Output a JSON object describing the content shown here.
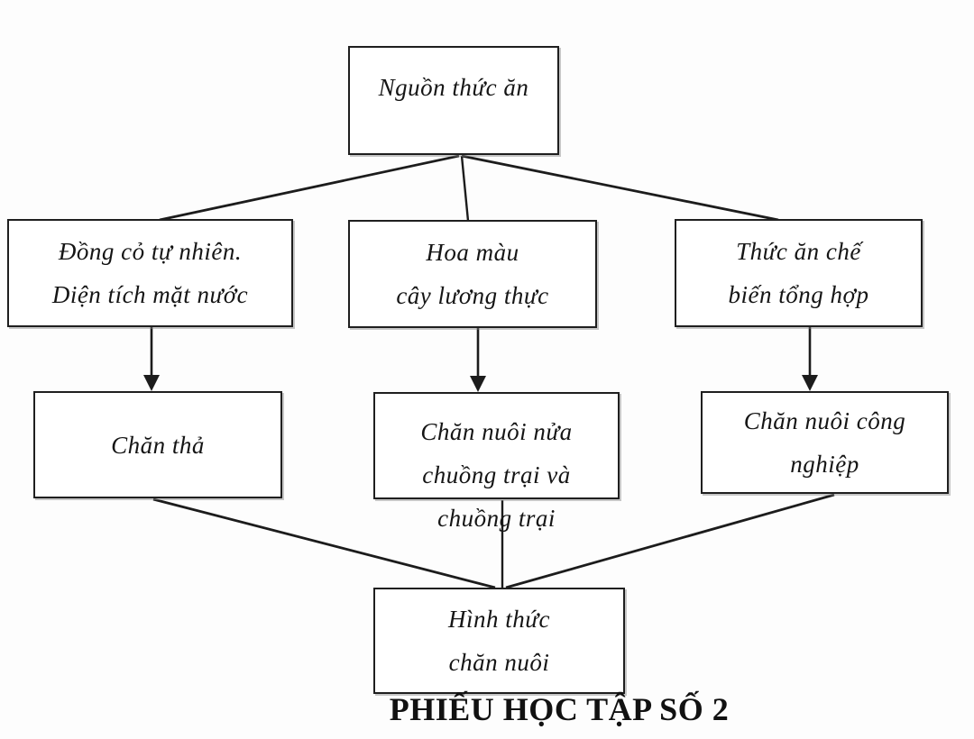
{
  "diagram": {
    "caption": "PHIẾU HỌC TẬP SỐ 2",
    "nodes": {
      "nguon_thuc_an": {
        "label": "Nguồn thức ăn"
      },
      "dong_co": {
        "label": [
          "Đồng cỏ tự nhiên.",
          "Diện tích mặt nước"
        ]
      },
      "hoa_mau": {
        "label": [
          "Hoa màu",
          "cây lương thực"
        ]
      },
      "thuc_an_che_bien": {
        "label": [
          "Thức ăn chế",
          "biến tổng hợp"
        ]
      },
      "chan_tha": {
        "label": "Chăn thả"
      },
      "chan_nuoi_nua_chuong_trai": {
        "label": [
          "Chăn nuôi nửa",
          "chuồng trại và",
          "chuồng trại"
        ]
      },
      "chan_nuoi_cong_nghiep": {
        "label": [
          "Chăn nuôi công",
          "nghiệp"
        ]
      },
      "hinh_thuc_chan_nuoi": {
        "label": [
          "Hình thức",
          "chăn nuôi"
        ]
      }
    },
    "edges": [
      {
        "from": "nguon_thuc_an",
        "to": "dong_co",
        "arrow": false
      },
      {
        "from": "nguon_thuc_an",
        "to": "hoa_mau",
        "arrow": false
      },
      {
        "from": "nguon_thuc_an",
        "to": "thuc_an_che_bien",
        "arrow": false
      },
      {
        "from": "dong_co",
        "to": "chan_tha",
        "arrow": true
      },
      {
        "from": "hoa_mau",
        "to": "chan_nuoi_nua_chuong_trai",
        "arrow": true
      },
      {
        "from": "thuc_an_che_bien",
        "to": "chan_nuoi_cong_nghiep",
        "arrow": true
      },
      {
        "from": "chan_tha",
        "to": "hinh_thuc_chan_nuoi",
        "arrow": false
      },
      {
        "from": "chan_nuoi_nua_chuong_trai",
        "to": "hinh_thuc_chan_nuoi",
        "arrow": false
      },
      {
        "from": "chan_nuoi_cong_nghiep",
        "to": "hinh_thuc_chan_nuoi",
        "arrow": false
      }
    ],
    "colors": {
      "line": "#1c1c1c",
      "box_border": "#1f1f1f",
      "text": "#151515",
      "background": "#fdfdfd"
    }
  }
}
